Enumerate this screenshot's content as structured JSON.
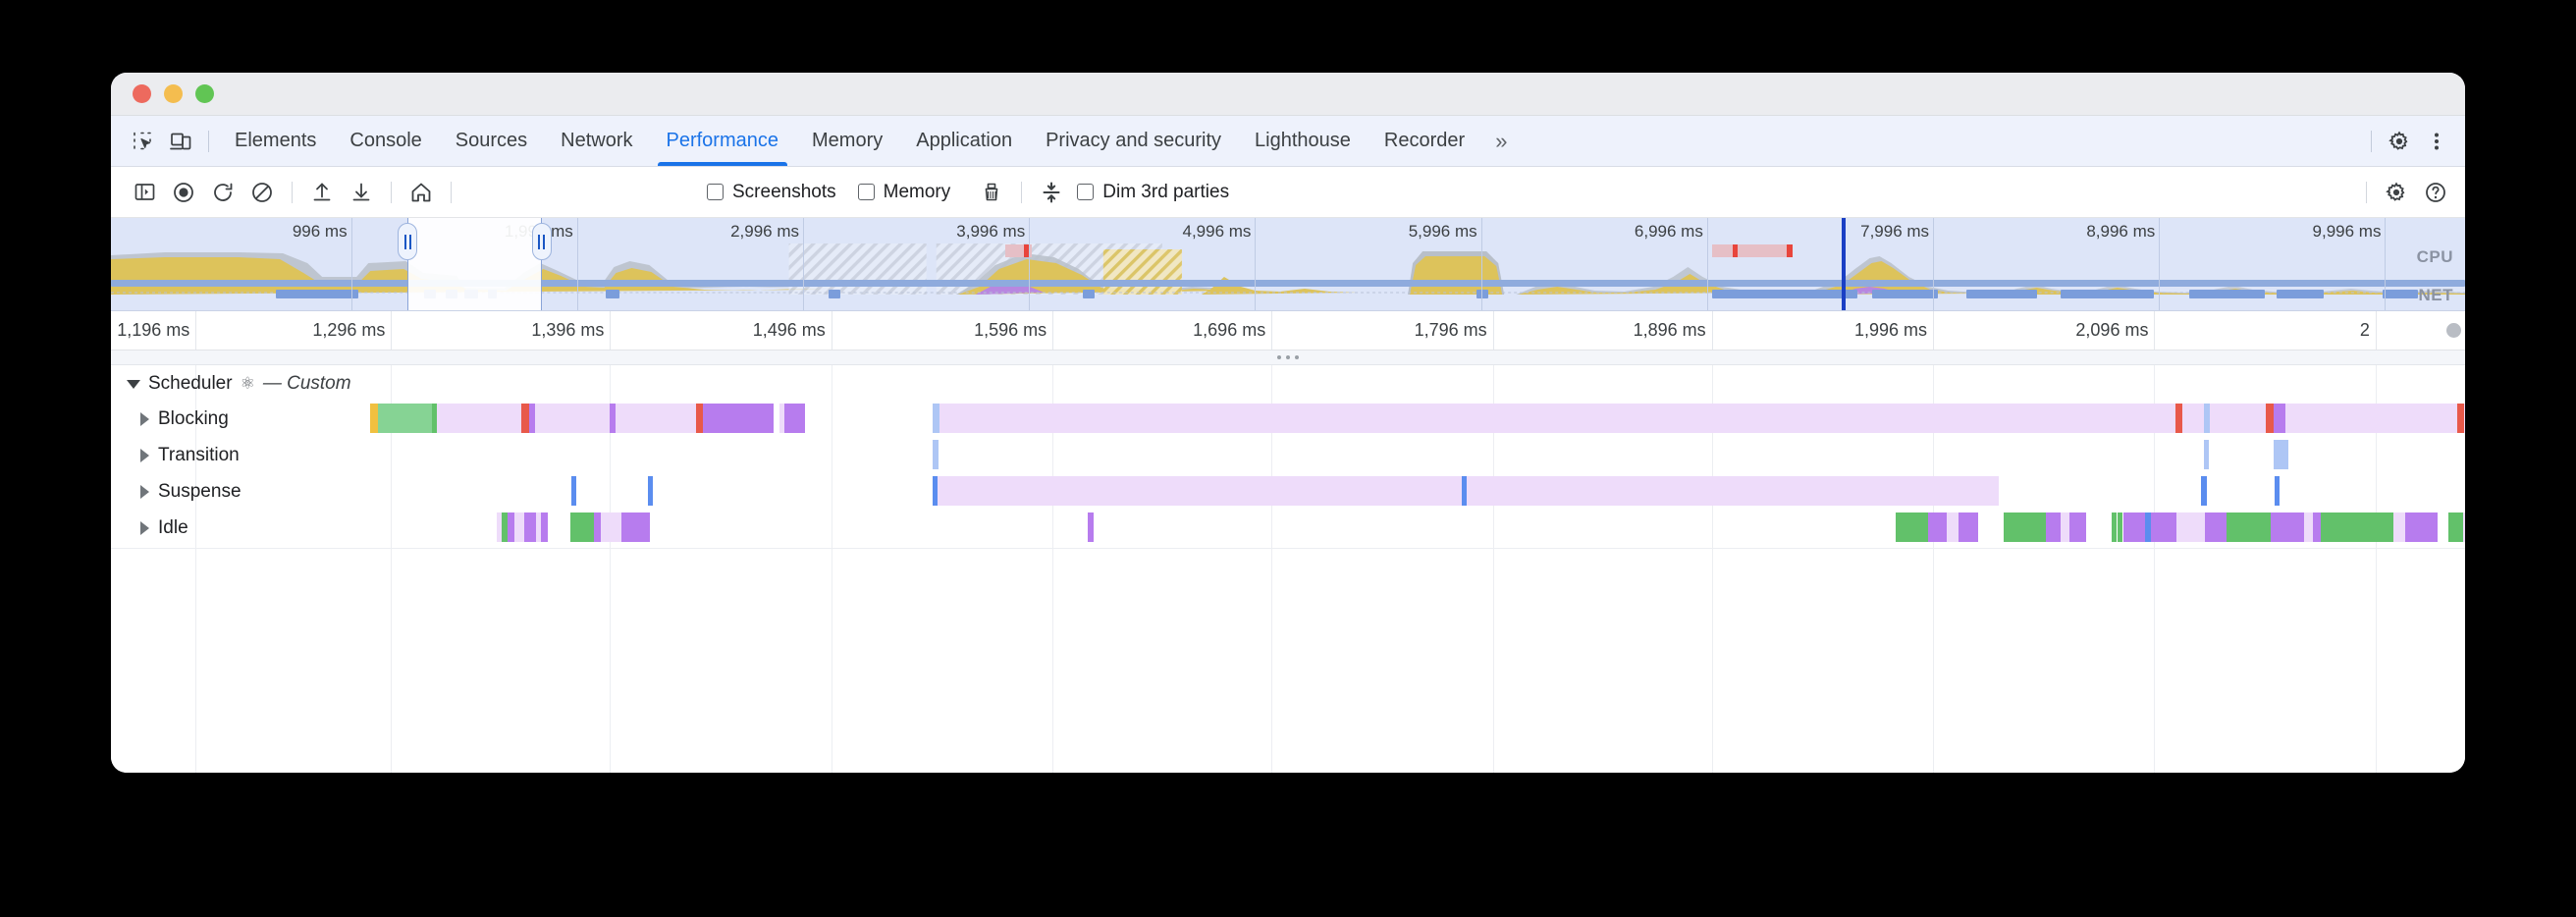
{
  "window": {
    "traffic_lights": [
      "close",
      "minimize",
      "maximize"
    ]
  },
  "tabbar": {
    "left_icons": [
      "inspect-element-icon",
      "device-toolbar-icon"
    ],
    "tabs": [
      {
        "label": "Elements",
        "active": false
      },
      {
        "label": "Console",
        "active": false
      },
      {
        "label": "Sources",
        "active": false
      },
      {
        "label": "Network",
        "active": false
      },
      {
        "label": "Performance",
        "active": true
      },
      {
        "label": "Memory",
        "active": false
      },
      {
        "label": "Application",
        "active": false
      },
      {
        "label": "Privacy and security",
        "active": false
      },
      {
        "label": "Lighthouse",
        "active": false
      },
      {
        "label": "Recorder",
        "active": false
      }
    ],
    "more_tabs_label": "»",
    "right_icons": [
      "gear-icon",
      "kebab-menu-icon"
    ],
    "accent_color": "#1a73e8",
    "background_color": "#eef2fc"
  },
  "toolbar": {
    "left_icons": [
      "sidebar-toggle-icon",
      "record-icon",
      "reload-and-record-icon",
      "clear-recording-icon",
      "upload-profile-icon",
      "download-profile-icon",
      "home-icon"
    ],
    "checkboxes": [
      {
        "label": "Screenshots",
        "checked": false
      },
      {
        "label": "Memory",
        "checked": false
      }
    ],
    "brush_icon": "garbage-collect-brush-icon",
    "collapse_icon": "collapse-vertical-icon",
    "dim_third_parties": {
      "label": "Dim 3rd parties",
      "checked": false
    },
    "right_icons": [
      "gear-icon",
      "help-icon"
    ]
  },
  "overview": {
    "ticks": [
      {
        "label": "996 ms",
        "pos_pct": 10.2
      },
      {
        "label": "1,996 ms",
        "pos_pct": 19.8
      },
      {
        "label": "2,996 ms",
        "pos_pct": 29.4
      },
      {
        "label": "3,996 ms",
        "pos_pct": 39.0
      },
      {
        "label": "4,996 ms",
        "pos_pct": 48.6
      },
      {
        "label": "5,996 ms",
        "pos_pct": 58.2
      },
      {
        "label": "6,996 ms",
        "pos_pct": 67.8
      },
      {
        "label": "7,996 ms",
        "pos_pct": 77.4
      },
      {
        "label": "8,996 ms",
        "pos_pct": 87.0
      },
      {
        "label": "9,996 ms",
        "pos_pct": 96.6
      }
    ],
    "cpu_label": "CPU",
    "net_label": "NET",
    "selection_start_pct": 12.6,
    "selection_end_pct": 18.3,
    "playhead_pct": 73.5,
    "colors": {
      "background": "#dde5f8",
      "cpu_scripting": "#ddc35b",
      "cpu_other": "#b8bfc9",
      "cpu_rendering": "#b887e0",
      "net": "#7b9ddb",
      "marker_red": "#e8453c",
      "playhead": "#1a3fc4"
    }
  },
  "detail_ruler": {
    "ticks": [
      {
        "label": "1,196 ms",
        "pos_pct": 3.6
      },
      {
        "label": "1,296 ms",
        "pos_pct": 11.9
      },
      {
        "label": "1,396 ms",
        "pos_pct": 21.2
      },
      {
        "label": "1,496 ms",
        "pos_pct": 30.6
      },
      {
        "label": "1,596 ms",
        "pos_pct": 40.0
      },
      {
        "label": "1,696 ms",
        "pos_pct": 49.3
      },
      {
        "label": "1,796 ms",
        "pos_pct": 58.7
      },
      {
        "label": "1,896 ms",
        "pos_pct": 68.0
      },
      {
        "label": "1,996 ms",
        "pos_pct": 77.4
      },
      {
        "label": "2,096 ms",
        "pos_pct": 86.8
      },
      {
        "label": "2",
        "pos_pct": 96.2
      }
    ]
  },
  "resizer": {
    "dots": 3
  },
  "flame_chart": {
    "group": {
      "label": "Scheduler",
      "atom_icon": "⚛",
      "suffix": "— Custom",
      "expanded": true
    },
    "tracks": [
      {
        "name": "Blocking",
        "expanded": false
      },
      {
        "name": "Transition",
        "expanded": false
      },
      {
        "name": "Suspense",
        "expanded": false
      },
      {
        "name": "Idle",
        "expanded": false
      }
    ],
    "gridlines_pct": [
      3.6,
      11.9,
      21.2,
      30.6,
      40.0,
      49.3,
      58.7,
      68.0,
      77.4,
      86.8,
      96.2
    ],
    "colors": {
      "lavender": "#eedcfa",
      "purple": "#b77cee",
      "green": "#62c16a",
      "green_light": "#86d394",
      "blue": "#5b8def",
      "blue_light": "#aec6f5",
      "red": "#e8594a",
      "yellow": "#f0c040"
    },
    "bars": {
      "Blocking": [
        {
          "x_pct": 11.0,
          "w_pct": 0.35,
          "color": "yellow"
        },
        {
          "x_pct": 11.35,
          "w_pct": 2.3,
          "color": "green_light"
        },
        {
          "x_pct": 13.65,
          "w_pct": 0.2,
          "color": "green"
        },
        {
          "x_pct": 13.85,
          "w_pct": 3.6,
          "color": "lavender"
        },
        {
          "x_pct": 17.45,
          "w_pct": 0.3,
          "color": "red"
        },
        {
          "x_pct": 17.75,
          "w_pct": 0.25,
          "color": "purple"
        },
        {
          "x_pct": 18.0,
          "w_pct": 3.2,
          "color": "lavender"
        },
        {
          "x_pct": 21.2,
          "w_pct": 0.25,
          "color": "purple"
        },
        {
          "x_pct": 21.45,
          "w_pct": 3.4,
          "color": "lavender"
        },
        {
          "x_pct": 24.85,
          "w_pct": 0.3,
          "color": "red"
        },
        {
          "x_pct": 25.15,
          "w_pct": 0.4,
          "color": "purple"
        },
        {
          "x_pct": 25.55,
          "w_pct": 2.6,
          "color": "purple"
        },
        {
          "x_pct": 28.4,
          "w_pct": 0.2,
          "color": "lavender"
        },
        {
          "x_pct": 28.6,
          "w_pct": 0.9,
          "color": "purple"
        },
        {
          "x_pct": 34.9,
          "w_pct": 0.3,
          "color": "blue_light"
        },
        {
          "x_pct": 35.2,
          "w_pct": 52.5,
          "color": "lavender"
        },
        {
          "x_pct": 87.7,
          "w_pct": 0.3,
          "color": "red"
        },
        {
          "x_pct": 88.0,
          "w_pct": 0.9,
          "color": "lavender"
        },
        {
          "x_pct": 88.9,
          "w_pct": 0.25,
          "color": "blue_light"
        },
        {
          "x_pct": 89.15,
          "w_pct": 2.4,
          "color": "lavender"
        },
        {
          "x_pct": 91.55,
          "w_pct": 0.3,
          "color": "red"
        },
        {
          "x_pct": 91.85,
          "w_pct": 0.5,
          "color": "purple"
        },
        {
          "x_pct": 92.35,
          "w_pct": 7.3,
          "color": "lavender"
        },
        {
          "x_pct": 99.65,
          "w_pct": 0.3,
          "color": "red"
        },
        {
          "x_pct": 99.95,
          "w_pct": 0.3,
          "color": "lavender"
        }
      ],
      "Transition": [
        {
          "x_pct": 34.9,
          "w_pct": 0.25,
          "color": "blue_light"
        },
        {
          "x_pct": 88.9,
          "w_pct": 0.2,
          "color": "blue_light"
        },
        {
          "x_pct": 91.85,
          "w_pct": 0.65,
          "color": "blue_light"
        }
      ],
      "Suspense": [
        {
          "x_pct": 19.55,
          "w_pct": 0.2,
          "color": "blue"
        },
        {
          "x_pct": 22.8,
          "w_pct": 0.2,
          "color": "blue"
        },
        {
          "x_pct": 34.9,
          "w_pct": 0.2,
          "color": "blue"
        },
        {
          "x_pct": 35.1,
          "w_pct": 22.3,
          "color": "lavender"
        },
        {
          "x_pct": 57.4,
          "w_pct": 0.2,
          "color": "blue"
        },
        {
          "x_pct": 57.6,
          "w_pct": 22.6,
          "color": "lavender"
        },
        {
          "x_pct": 88.8,
          "w_pct": 0.22,
          "color": "blue"
        },
        {
          "x_pct": 91.9,
          "w_pct": 0.22,
          "color": "blue"
        }
      ],
      "Idle": [
        {
          "x_pct": 16.4,
          "w_pct": 0.2,
          "color": "lavender"
        },
        {
          "x_pct": 16.6,
          "w_pct": 0.25,
          "color": "green"
        },
        {
          "x_pct": 16.85,
          "w_pct": 0.3,
          "color": "purple"
        },
        {
          "x_pct": 17.15,
          "w_pct": 0.4,
          "color": "lavender"
        },
        {
          "x_pct": 17.55,
          "w_pct": 0.5,
          "color": "purple"
        },
        {
          "x_pct": 18.05,
          "w_pct": 0.2,
          "color": "lavender"
        },
        {
          "x_pct": 18.25,
          "w_pct": 0.3,
          "color": "purple"
        },
        {
          "x_pct": 19.5,
          "w_pct": 1.0,
          "color": "green"
        },
        {
          "x_pct": 20.5,
          "w_pct": 0.3,
          "color": "purple"
        },
        {
          "x_pct": 20.8,
          "w_pct": 0.9,
          "color": "lavender"
        },
        {
          "x_pct": 21.7,
          "w_pct": 1.2,
          "color": "purple"
        },
        {
          "x_pct": 41.5,
          "w_pct": 0.25,
          "color": "purple"
        },
        {
          "x_pct": 75.8,
          "w_pct": 1.4,
          "color": "green"
        },
        {
          "x_pct": 77.2,
          "w_pct": 0.8,
          "color": "purple"
        },
        {
          "x_pct": 78.0,
          "w_pct": 0.5,
          "color": "lavender"
        },
        {
          "x_pct": 78.5,
          "w_pct": 0.8,
          "color": "purple"
        },
        {
          "x_pct": 80.4,
          "w_pct": 1.8,
          "color": "green"
        },
        {
          "x_pct": 82.2,
          "w_pct": 0.6,
          "color": "purple"
        },
        {
          "x_pct": 82.8,
          "w_pct": 0.4,
          "color": "lavender"
        },
        {
          "x_pct": 83.2,
          "w_pct": 0.7,
          "color": "purple"
        },
        {
          "x_pct": 85.0,
          "w_pct": 0.2,
          "color": "green"
        },
        {
          "x_pct": 85.25,
          "w_pct": 0.2,
          "color": "green"
        },
        {
          "x_pct": 85.5,
          "w_pct": 0.9,
          "color": "purple"
        },
        {
          "x_pct": 86.4,
          "w_pct": 0.25,
          "color": "blue"
        },
        {
          "x_pct": 86.65,
          "w_pct": 1.1,
          "color": "purple"
        },
        {
          "x_pct": 87.75,
          "w_pct": 1.2,
          "color": "lavender"
        },
        {
          "x_pct": 88.95,
          "w_pct": 0.9,
          "color": "purple"
        },
        {
          "x_pct": 89.85,
          "w_pct": 1.9,
          "color": "green"
        },
        {
          "x_pct": 91.75,
          "w_pct": 1.4,
          "color": "purple"
        },
        {
          "x_pct": 93.15,
          "w_pct": 0.4,
          "color": "lavender"
        },
        {
          "x_pct": 93.55,
          "w_pct": 0.3,
          "color": "purple"
        },
        {
          "x_pct": 93.85,
          "w_pct": 3.1,
          "color": "green"
        },
        {
          "x_pct": 96.95,
          "w_pct": 0.5,
          "color": "lavender"
        },
        {
          "x_pct": 97.45,
          "w_pct": 1.4,
          "color": "purple"
        },
        {
          "x_pct": 99.3,
          "w_pct": 0.6,
          "color": "green"
        },
        {
          "x_pct": 99.9,
          "w_pct": 0.3,
          "color": "lavender"
        },
        {
          "x_pct": 100.2,
          "w_pct": 0.9,
          "color": "green"
        },
        {
          "x_pct": 101.3,
          "w_pct": 0.25,
          "color": "purple"
        },
        {
          "x_pct": 101.6,
          "w_pct": 0.2,
          "color": "blue"
        }
      ]
    }
  }
}
